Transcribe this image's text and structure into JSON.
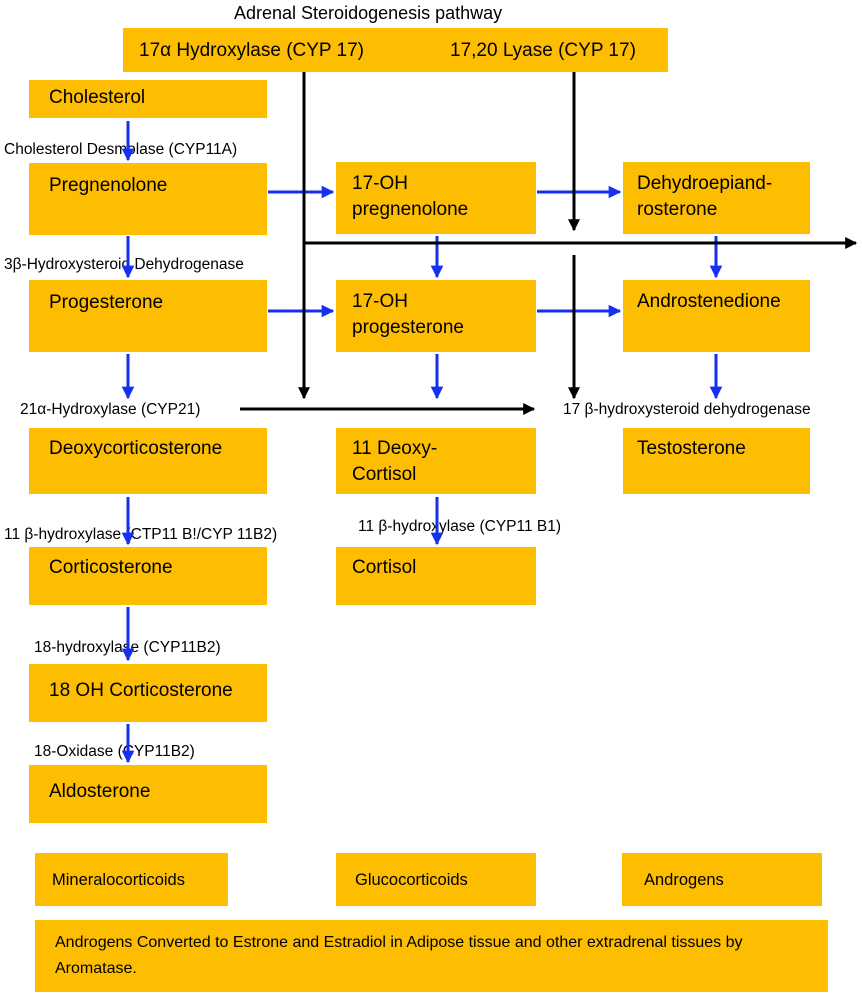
{
  "title": "Adrenal Steroidogenesis pathway",
  "colors": {
    "box": "#FDBD00",
    "enzyme_arrow": "#1530F0",
    "flow_arrow": "#000000"
  },
  "header": {
    "hydroxylase": "17α Hydroxylase (CYP 17)",
    "lyase": "17,20 Lyase (CYP 17)"
  },
  "nodes": {
    "cholesterol": "Cholesterol",
    "pregnenolone": "Pregnenolone",
    "oh_pregnenolone": "17-OH\npregnenolone",
    "dhea": "Dehydroepiand-\n rosterone",
    "progesterone": "Progesterone",
    "oh_progesterone": "17-OH\nprogesterone",
    "androstenedione": "Androstenedione",
    "deoxycorticosterone": "Deoxycorticosterone",
    "deoxycortisol": "11 Deoxy-\nCortisol",
    "testosterone": "Testosterone",
    "corticosterone": "Corticosterone",
    "cortisol": "Cortisol",
    "oh_corticosterone": "18 OH Corticosterone",
    "aldosterone": "Aldosterone"
  },
  "enzymes": {
    "desmolase": "Cholesterol Desmolase (CYP11A)",
    "hsd3b": "3β-Hydroxysteroid Dehydrogenase",
    "cyp21": "21α-Hydroxylase (CYP21)",
    "hsd17b": "17 β-hydroxysteroid dehydrogenase",
    "cyp11b_left": "11 β-hydroxylase (CTP11 B!/CYP 11B2)",
    "cyp11b1": "11 β-hydroxylase (CYP11 B1)",
    "cyp11b2_18h": "18-hydroxylase (CYP11B2)",
    "oxidase": "18-Oxidase (CYP11B2)"
  },
  "categories": {
    "mineralo": "Mineralocorticoids",
    "gluco": "Glucocorticoids",
    "andro": "Androgens"
  },
  "footer": "Androgens Converted to Estrone and Estradiol in Adipose tissue and other extradrenal tissues by Aromatase."
}
